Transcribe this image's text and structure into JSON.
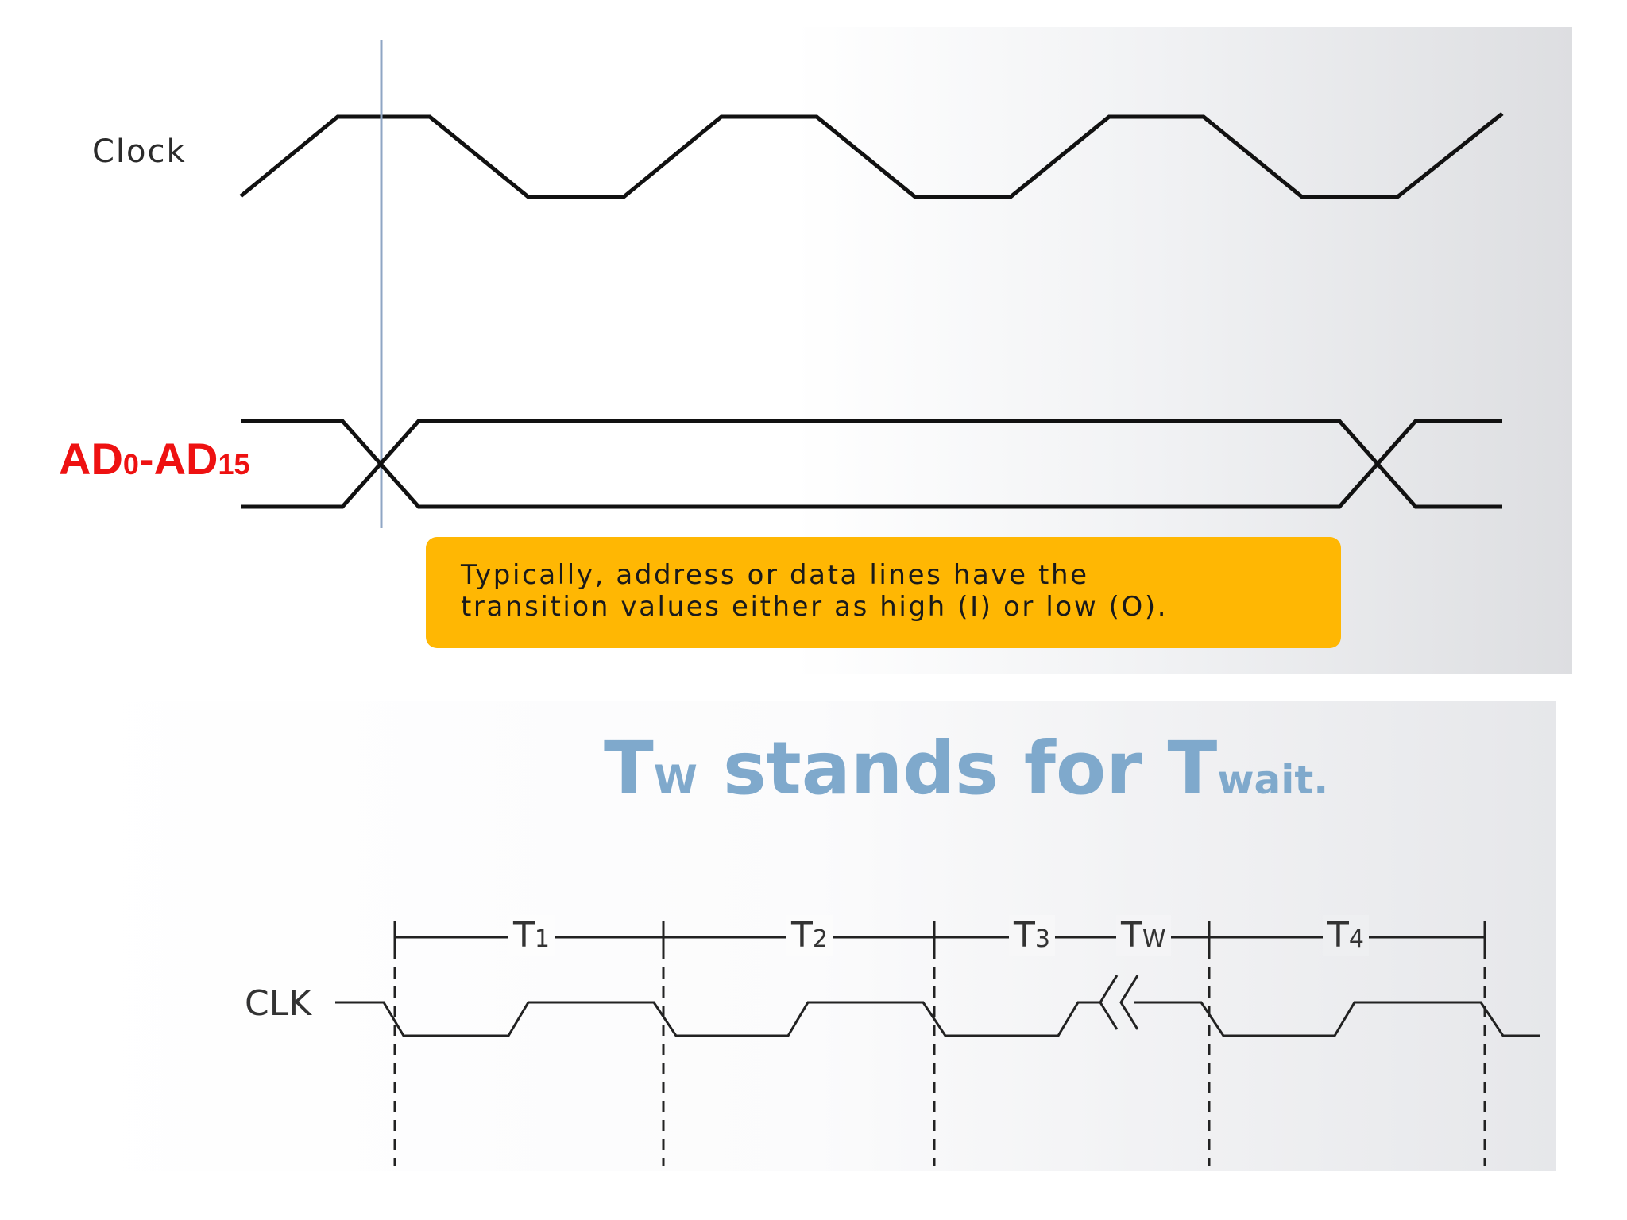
{
  "top_panel": {
    "clock_label": "Clock",
    "bus_label": {
      "main1": "AD",
      "sub1": "0",
      "sep": "-AD",
      "sub2": "15"
    },
    "callout": {
      "line1": "Typically, address or data lines have the",
      "line2": "transition values either as high (I) or low (O)."
    },
    "colors": {
      "bus_label": "#ee1111",
      "callout_bg": "#ffb703",
      "marker_line": "#8fa6c4"
    }
  },
  "bottom_panel": {
    "heading": {
      "t1": "T",
      "t1_sub": "W",
      "middle": " stands for ",
      "t2": "T",
      "t2_sub": "wait."
    },
    "clk_label": "CLK",
    "states": [
      {
        "main": "T",
        "sub": "1"
      },
      {
        "main": "T",
        "sub": "2"
      },
      {
        "main": "T",
        "sub": "3"
      },
      {
        "main": "T",
        "sub": "W"
      },
      {
        "main": "T",
        "sub": "4"
      }
    ],
    "colors": {
      "heading": "#7fa9cc"
    }
  }
}
